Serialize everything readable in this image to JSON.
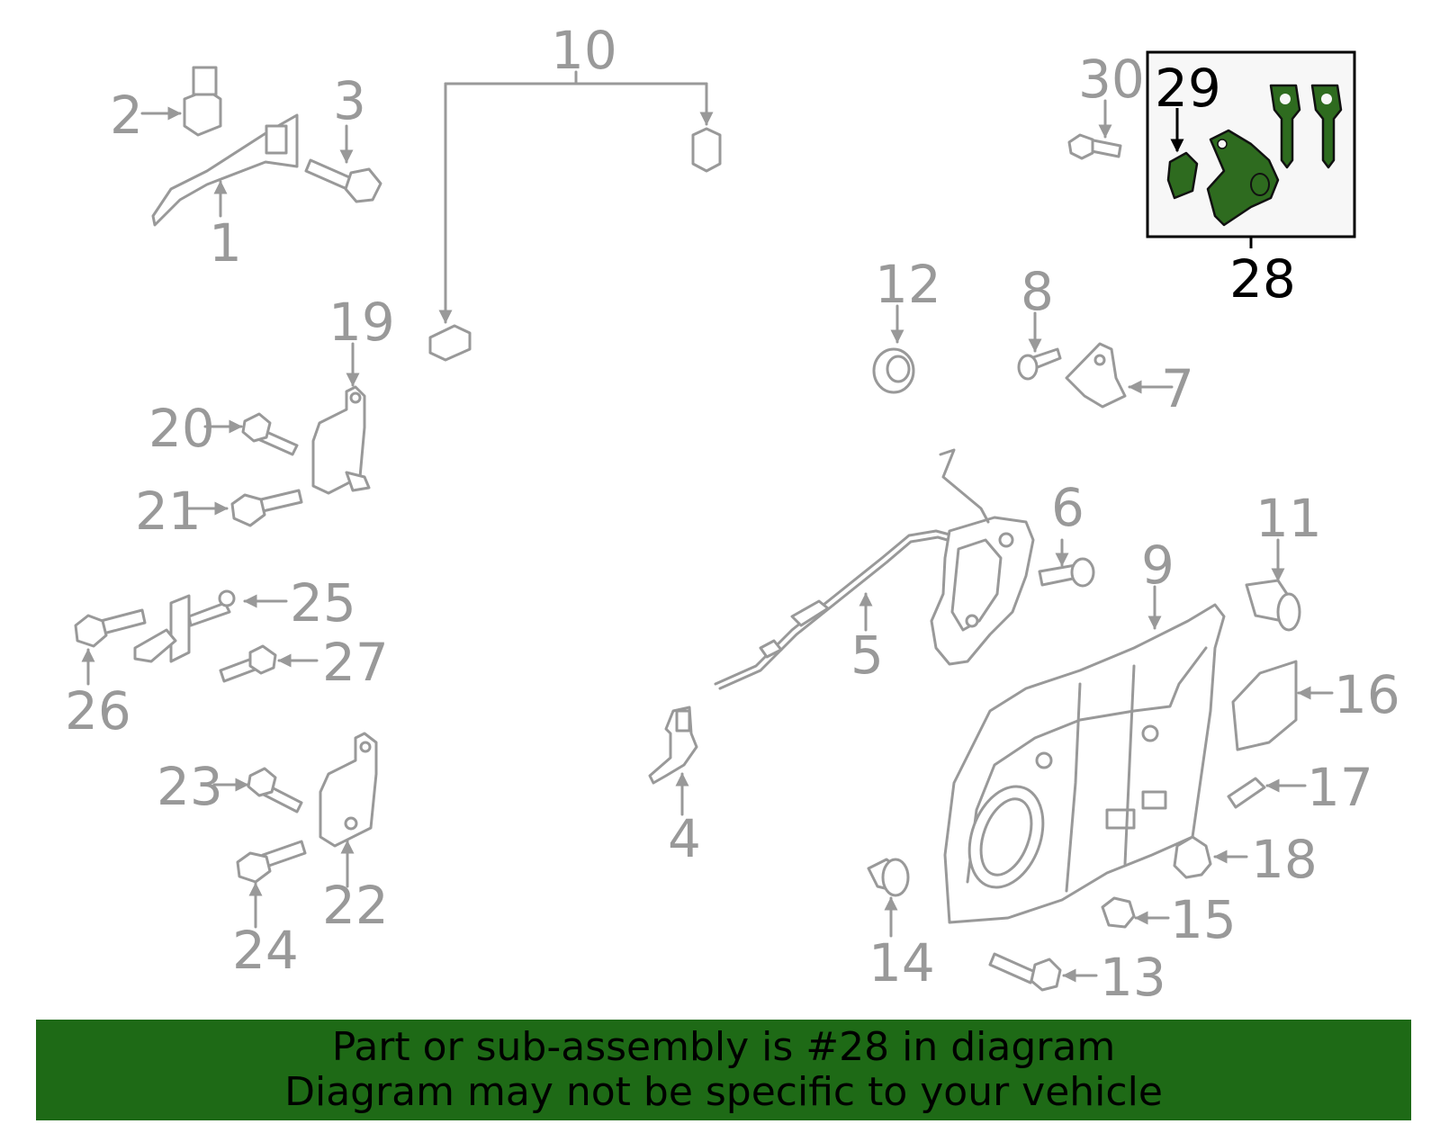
{
  "callouts": {
    "c1": "1",
    "c2": "2",
    "c3": "3",
    "c4": "4",
    "c5": "5",
    "c6": "6",
    "c7": "7",
    "c8": "8",
    "c9": "9",
    "c10": "10",
    "c11": "11",
    "c12": "12",
    "c13": "13",
    "c14": "14",
    "c15": "15",
    "c16": "16",
    "c17": "17",
    "c18": "18",
    "c19": "19",
    "c20": "20",
    "c21": "21",
    "c22": "22",
    "c23": "23",
    "c24": "24",
    "c25": "25",
    "c26": "26",
    "c27": "27",
    "c28": "28",
    "c29": "29",
    "c30": "30"
  },
  "highlight": {
    "part_number": "28",
    "fill_color": "#2e6b1f"
  },
  "banner": {
    "line1": "Part or sub-assembly is #28 in diagram",
    "line2": "Diagram may not be specific to your vehicle",
    "bg_color": "#1e6a16"
  }
}
